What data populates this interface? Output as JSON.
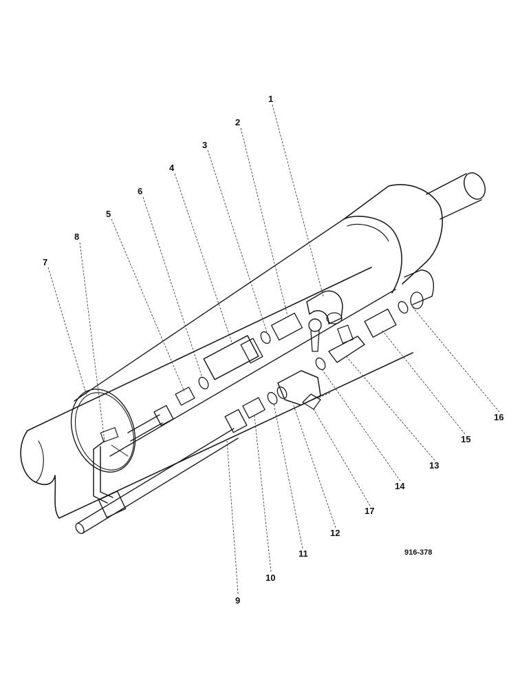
{
  "diagram": {
    "drawing_number": "916-378",
    "callouts": [
      "1",
      "2",
      "3",
      "4",
      "5",
      "6",
      "7",
      "8",
      "9",
      "10",
      "11",
      "12",
      "13",
      "14",
      "15",
      "16",
      "17"
    ]
  },
  "colors": {
    "ink": "#1a1a1a",
    "paper": "#ffffff"
  }
}
